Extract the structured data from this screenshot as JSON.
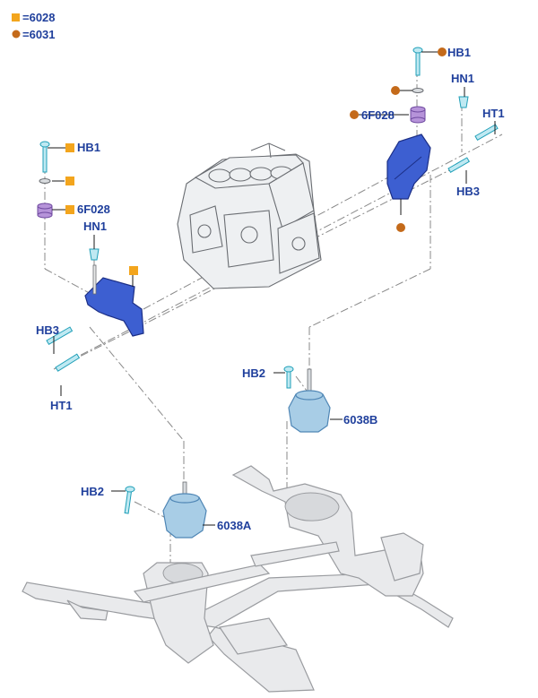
{
  "legend": {
    "square": {
      "label": "=6028",
      "color": "#f3a51d"
    },
    "circle": {
      "label": "=6031",
      "color": "#c46a1a"
    }
  },
  "labels": {
    "hb1_right": "HB1",
    "hn1_right": "HN1",
    "f6028_right": "6F028",
    "ht1_right": "HT1",
    "hb3_right": "HB3",
    "hb1_left": "HB1",
    "f6028_left": "6F028",
    "hn1_left": "HN1",
    "hb3_left": "HB3",
    "ht1_left": "HT1",
    "hb2_mid": "HB2",
    "mount_b": "6038B",
    "hb2_low": "HB2",
    "mount_a": "6038A"
  },
  "colors": {
    "label_text": "#1f3f9c",
    "bracket": "#3d5fd1",
    "mount": "#a8cde6",
    "bushing": "#b693d9",
    "fastener": "#bfe9f2"
  },
  "icons": [
    "square-marker-icon",
    "circle-marker-icon"
  ]
}
